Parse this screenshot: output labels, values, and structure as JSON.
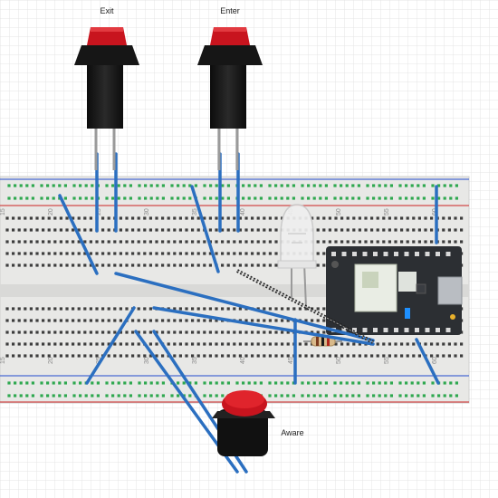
{
  "labels": {
    "exit": "Exit",
    "enter": "Enter",
    "aware": "Aware"
  },
  "breadboard": {
    "column_numbers": [
      "15",
      "20",
      "25",
      "30",
      "35",
      "40",
      "45",
      "50",
      "55",
      "60"
    ]
  },
  "colors": {
    "board": "#e6e6e4",
    "hole_green": "#2fa84f",
    "hole_dark": "#3d3d3d",
    "wire": "#2b6fc0",
    "rail_red": "#d24a4a",
    "rail_blue": "#4a6ad2",
    "button_red": "#c8141e",
    "button_body": "#1a1a1a",
    "board_chip": "#2c2f33"
  },
  "icons": [
    "pushbutton-exit-icon",
    "pushbutton-enter-icon",
    "pushbutton-aware-icon",
    "white-led-icon",
    "resistor-icon",
    "microcontroller-icon"
  ]
}
